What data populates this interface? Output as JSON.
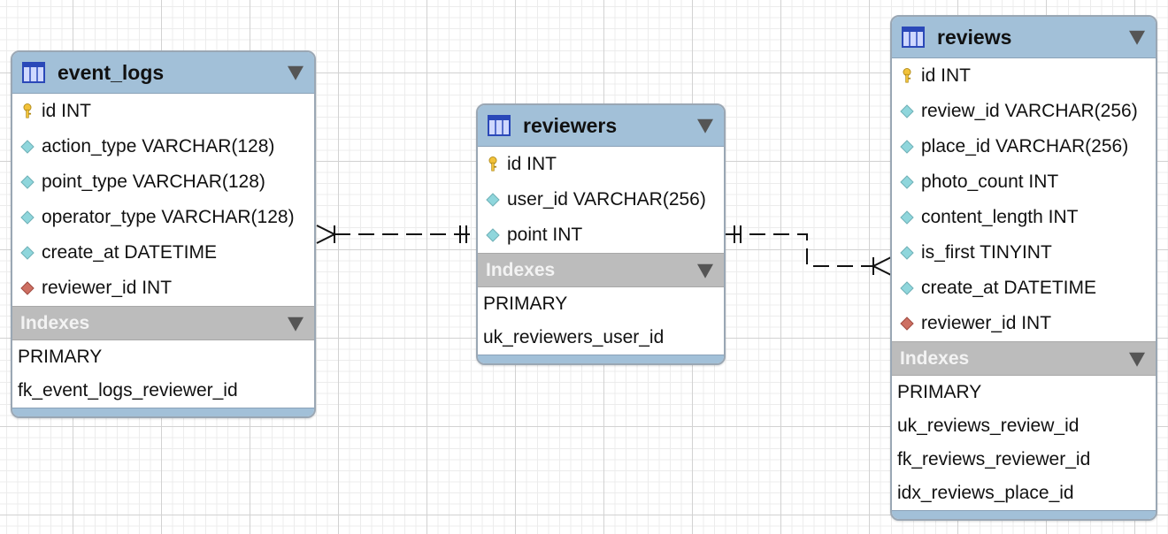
{
  "tables": {
    "event_logs": {
      "name": "event_logs",
      "columns": [
        {
          "label": "id INT",
          "kind": "primary-key"
        },
        {
          "label": "action_type VARCHAR(128)",
          "kind": "column"
        },
        {
          "label": "point_type VARCHAR(128)",
          "kind": "column"
        },
        {
          "label": "operator_type VARCHAR(128)",
          "kind": "column"
        },
        {
          "label": "create_at DATETIME",
          "kind": "column"
        },
        {
          "label": "reviewer_id INT",
          "kind": "foreign-key"
        }
      ],
      "indexes_label": "Indexes",
      "indexes": [
        "PRIMARY",
        "fk_event_logs_reviewer_id"
      ]
    },
    "reviewers": {
      "name": "reviewers",
      "columns": [
        {
          "label": "id INT",
          "kind": "primary-key"
        },
        {
          "label": "user_id VARCHAR(256)",
          "kind": "column"
        },
        {
          "label": "point INT",
          "kind": "column"
        }
      ],
      "indexes_label": "Indexes",
      "indexes": [
        "PRIMARY",
        "uk_reviewers_user_id"
      ]
    },
    "reviews": {
      "name": "reviews",
      "columns": [
        {
          "label": "id INT",
          "kind": "primary-key"
        },
        {
          "label": "review_id VARCHAR(256)",
          "kind": "column"
        },
        {
          "label": "place_id VARCHAR(256)",
          "kind": "column"
        },
        {
          "label": "photo_count INT",
          "kind": "column"
        },
        {
          "label": "content_length INT",
          "kind": "column"
        },
        {
          "label": "is_first TINYINT",
          "kind": "column"
        },
        {
          "label": "create_at DATETIME",
          "kind": "column"
        },
        {
          "label": "reviewer_id INT",
          "kind": "foreign-key"
        }
      ],
      "indexes_label": "Indexes",
      "indexes": [
        "PRIMARY",
        "uk_reviews_review_id",
        "fk_reviews_reviewer_id",
        "idx_reviews_place_id"
      ]
    }
  },
  "relationships": [
    {
      "from": "event_logs",
      "to": "reviewers",
      "from_cardinality": "many",
      "to_cardinality": "one-and-only-one"
    },
    {
      "from": "reviewers",
      "to": "reviews",
      "from_cardinality": "one-and-only-one",
      "to_cardinality": "many"
    }
  ],
  "colors": {
    "header": "#a2c0d8",
    "index_header": "#bcbcbc",
    "border": "#9aa7b4",
    "primary_key_icon": "#f2c23a",
    "column_icon": "#8fd6dc",
    "foreign_key_icon": "#cd6f62"
  }
}
